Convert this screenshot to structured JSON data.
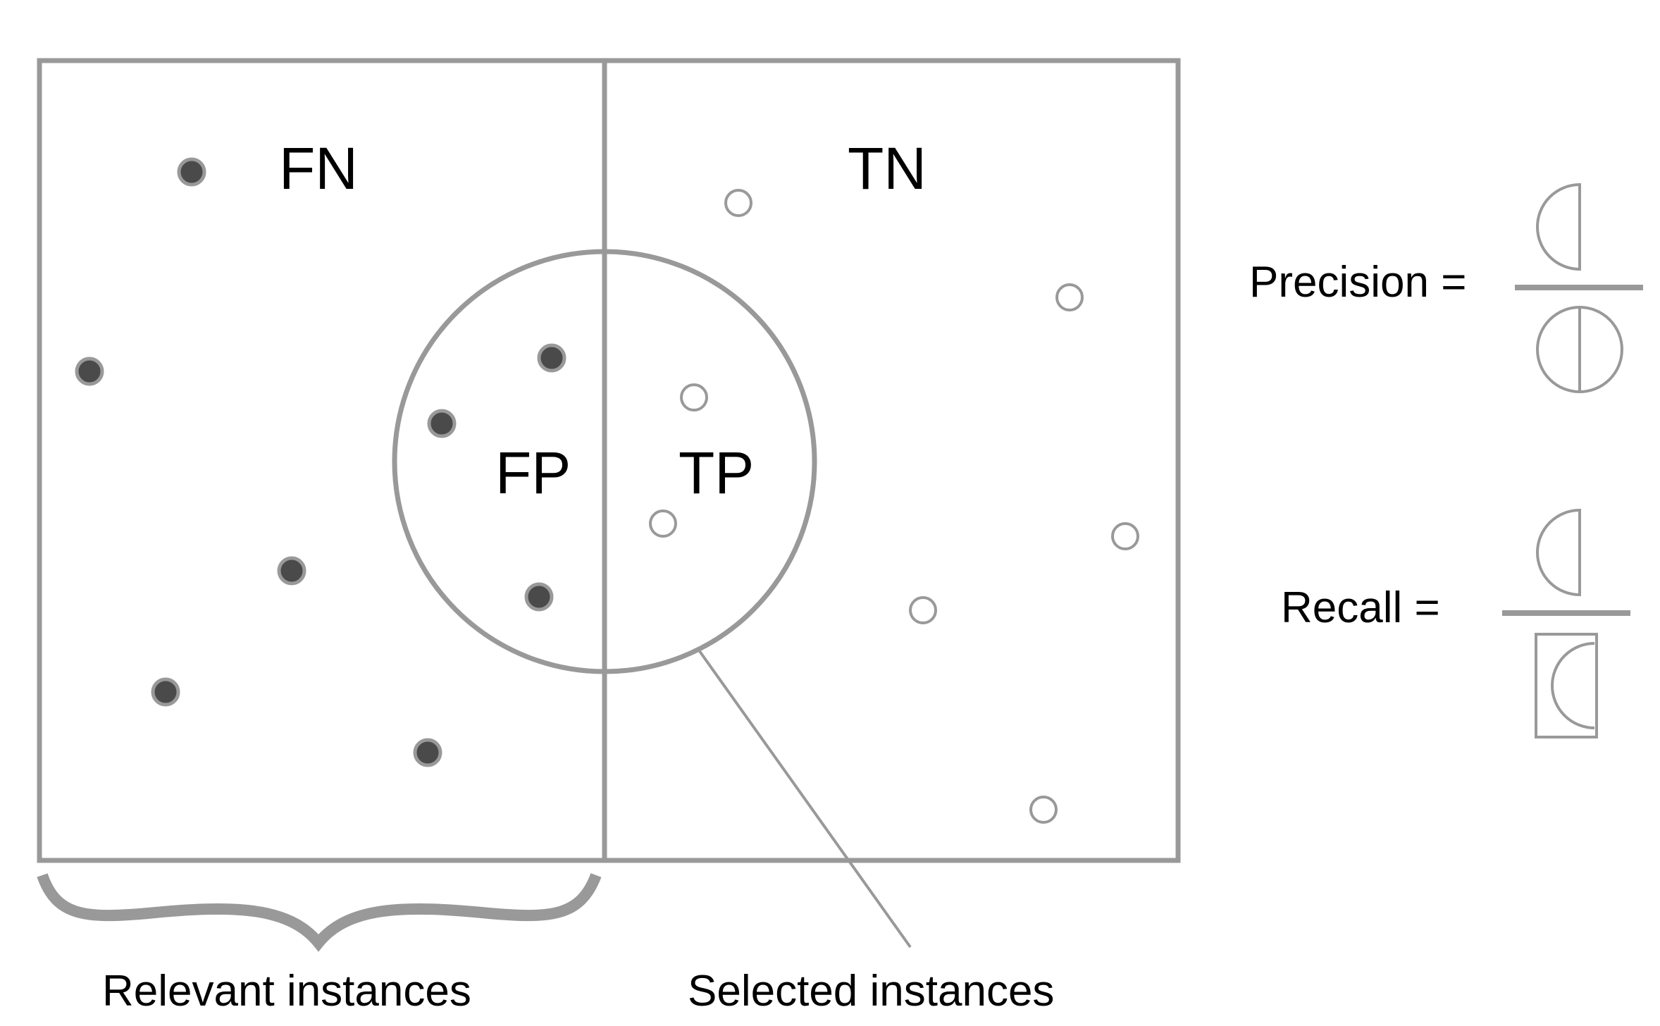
{
  "quadrants": {
    "fn": "FN",
    "tn": "TN",
    "fp": "FP",
    "tp": "TP"
  },
  "captions": {
    "relevant": "Relevant instances",
    "selected": "Selected instances"
  },
  "formulas": {
    "precision": "Precision =",
    "recall": "Recall ="
  },
  "colors": {
    "stroke": "#999999",
    "dot_fill": "#4a4a4a",
    "text": "#000000",
    "background": "#ffffff"
  }
}
